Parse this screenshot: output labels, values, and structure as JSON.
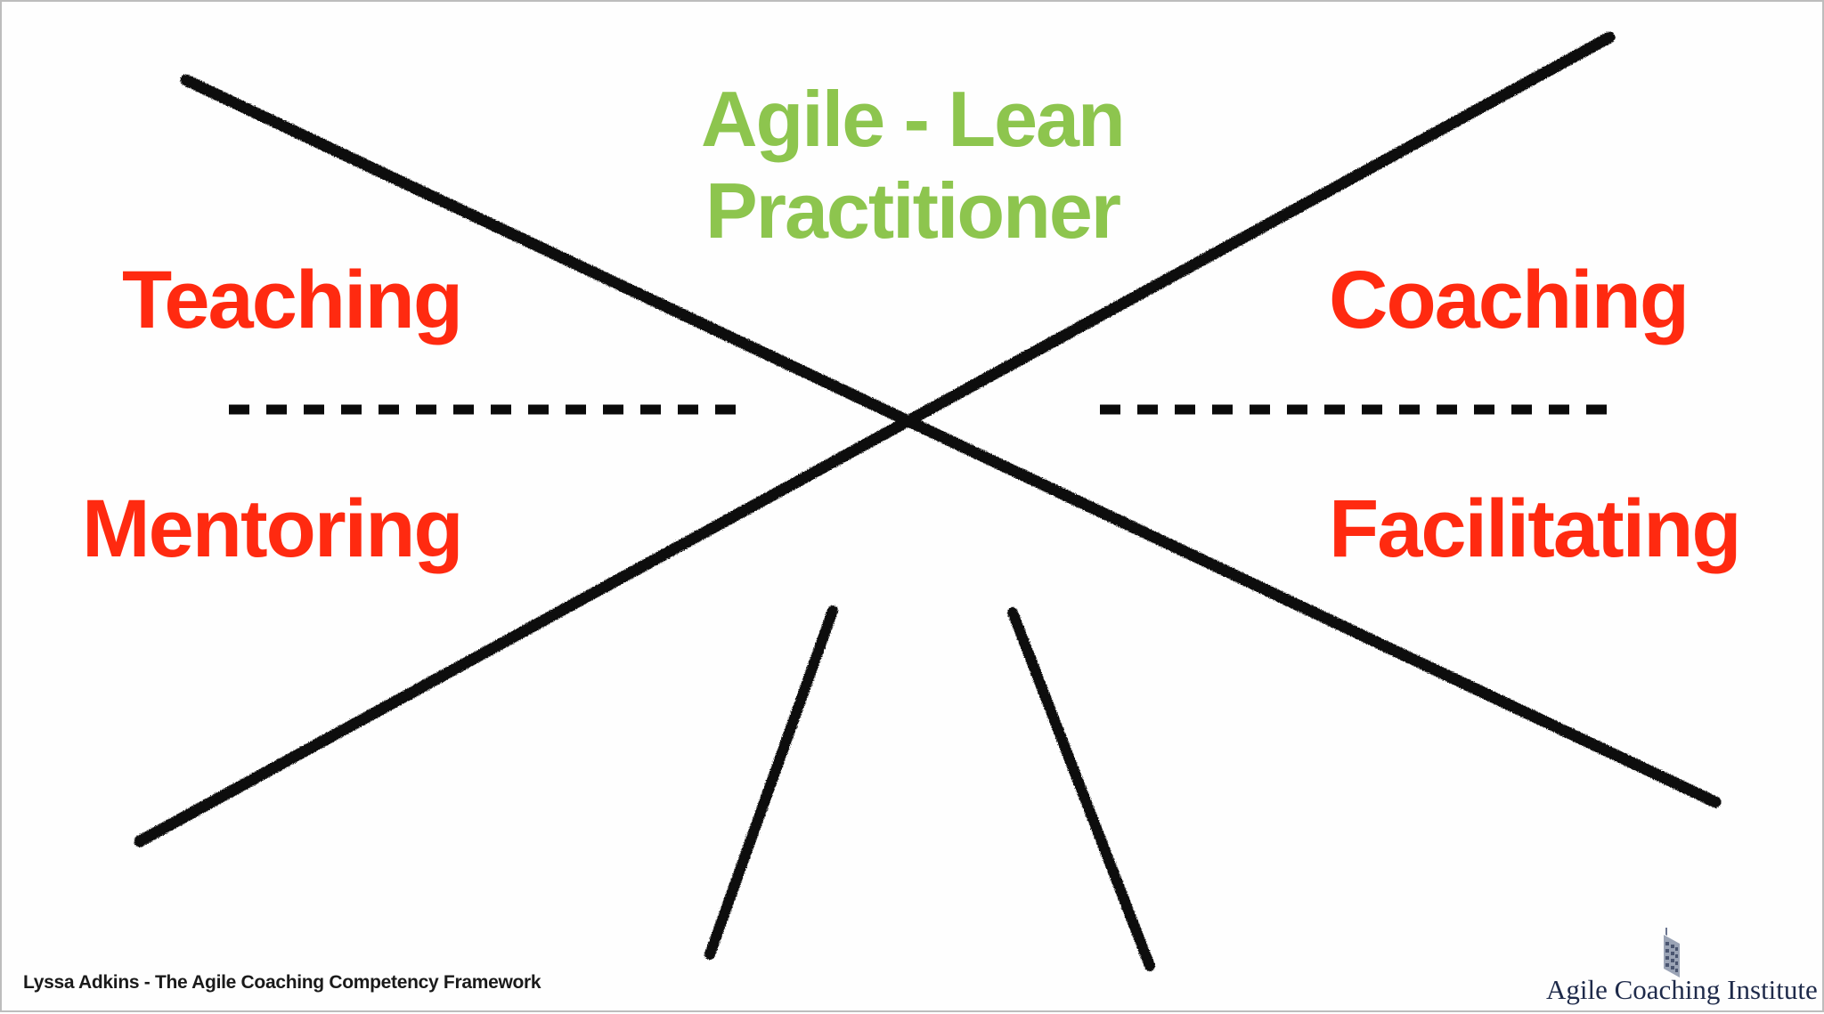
{
  "title": {
    "line1": "Agile - Lean",
    "line2": "Practitioner"
  },
  "labels": {
    "top_left": "Teaching",
    "top_right": "Coaching",
    "bottom_left": "Mentoring",
    "bottom_right": "Facilitating"
  },
  "credit": "Lyssa Adkins - The Agile Coaching Competency Framework",
  "logo": {
    "text": "Agile Coaching Institute"
  },
  "colors": {
    "title": "#8dc54e",
    "labels": "#ff2a10",
    "lines": "#0a0a0a"
  }
}
